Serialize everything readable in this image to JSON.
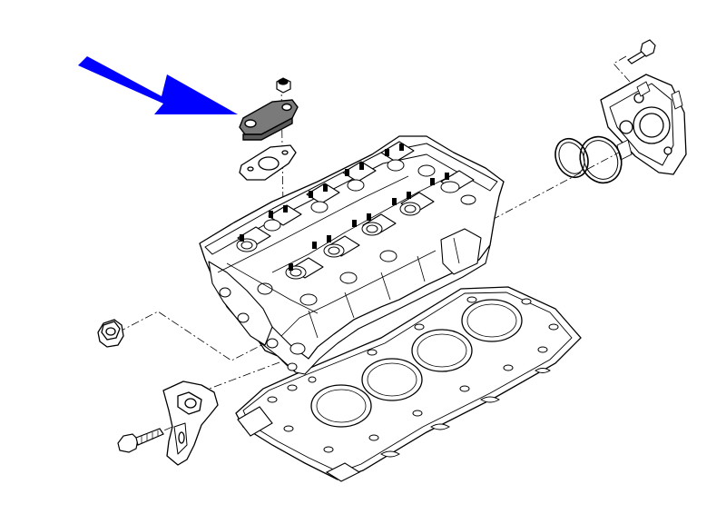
{
  "diagram": {
    "highlight_color": "#0000ff",
    "line_color": "#000000",
    "part_fill": "#ffffff",
    "highlighted_part_fill": "#7a7a7a",
    "components": [
      {
        "id": "cylinder-head",
        "icon": "cylinder-head-icon"
      },
      {
        "id": "head-gasket",
        "icon": "head-gasket-icon"
      },
      {
        "id": "blanking-plate",
        "icon": "blanking-plate-icon",
        "highlighted": true
      },
      {
        "id": "blanking-plate-gasket",
        "icon": "gasket-icon"
      },
      {
        "id": "blanking-plate-nut",
        "icon": "nut-icon"
      },
      {
        "id": "thermostat-housing",
        "icon": "housing-icon"
      },
      {
        "id": "housing-seal-rings",
        "icon": "o-ring-icon"
      },
      {
        "id": "housing-bolt",
        "icon": "bolt-icon"
      },
      {
        "id": "plug",
        "icon": "plug-icon"
      },
      {
        "id": "lifting-bracket",
        "icon": "bracket-icon"
      },
      {
        "id": "bracket-bolt",
        "icon": "bolt-icon"
      }
    ]
  }
}
